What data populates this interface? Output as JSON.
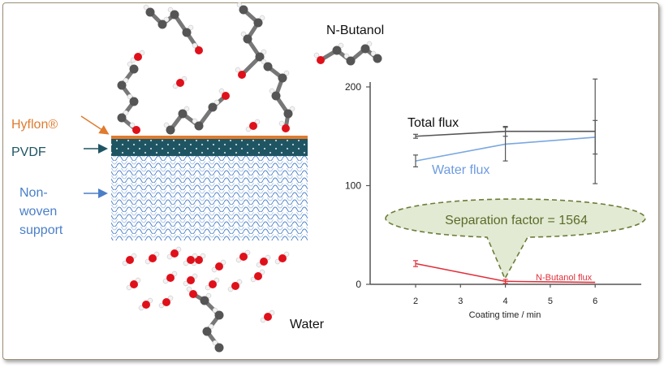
{
  "diagram": {
    "labels": {
      "hyflon": "Hyflon®",
      "pvdf": "PVDF",
      "nonwoven_line1": "Non-",
      "nonwoven_line2": "woven",
      "nonwoven_line3": "support",
      "nbutanol": "N-Butanol",
      "water": "Water"
    },
    "colors": {
      "hyflon": "#e07b2e",
      "pvdf": "#1f5563",
      "nonwoven": "#4a7fc8",
      "carbon": "#555555",
      "oxygen": "#e0101a",
      "hydrogen": "#f2f2f2"
    }
  },
  "chart_data": {
    "type": "line",
    "title": "",
    "xlabel": "Coating time / min",
    "ylabel": "",
    "xlim": [
      0.9,
      7.0
    ],
    "ylim": [
      0,
      200
    ],
    "x_ticks": [
      2,
      3,
      4,
      5,
      6
    ],
    "y_ticks": [
      0,
      100,
      200
    ],
    "grid": false,
    "series": [
      {
        "name": "Total flux",
        "color": "#555555",
        "x": [
          2,
          4,
          6
        ],
        "y": [
          150,
          155,
          155
        ],
        "err": [
          2,
          5,
          53
        ]
      },
      {
        "name": "Water flux",
        "color": "#7aa8e0",
        "x": [
          2,
          4,
          6
        ],
        "y": [
          125,
          142,
          149
        ],
        "err": [
          6,
          17,
          17
        ]
      },
      {
        "name": "N-Butanol flux",
        "color": "#e0303a",
        "x": [
          2,
          4,
          6
        ],
        "y": [
          21,
          3,
          2
        ],
        "err": [
          3,
          2,
          0
        ]
      }
    ],
    "annotation": {
      "text": "Separation factor = 1564",
      "points_to_x": 4,
      "points_to_y": 3
    }
  }
}
